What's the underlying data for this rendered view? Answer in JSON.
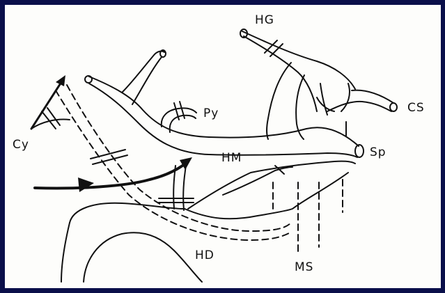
{
  "colors": {
    "border": "#0a0f4a",
    "ink": "#111111",
    "paper": "#fdfdfb"
  },
  "labels": {
    "hg": "HG",
    "cs": "CS",
    "py": "Py",
    "hm": "HM",
    "sp": "Sp",
    "cy": "Cy",
    "hd": "HD",
    "ms": "MS"
  }
}
